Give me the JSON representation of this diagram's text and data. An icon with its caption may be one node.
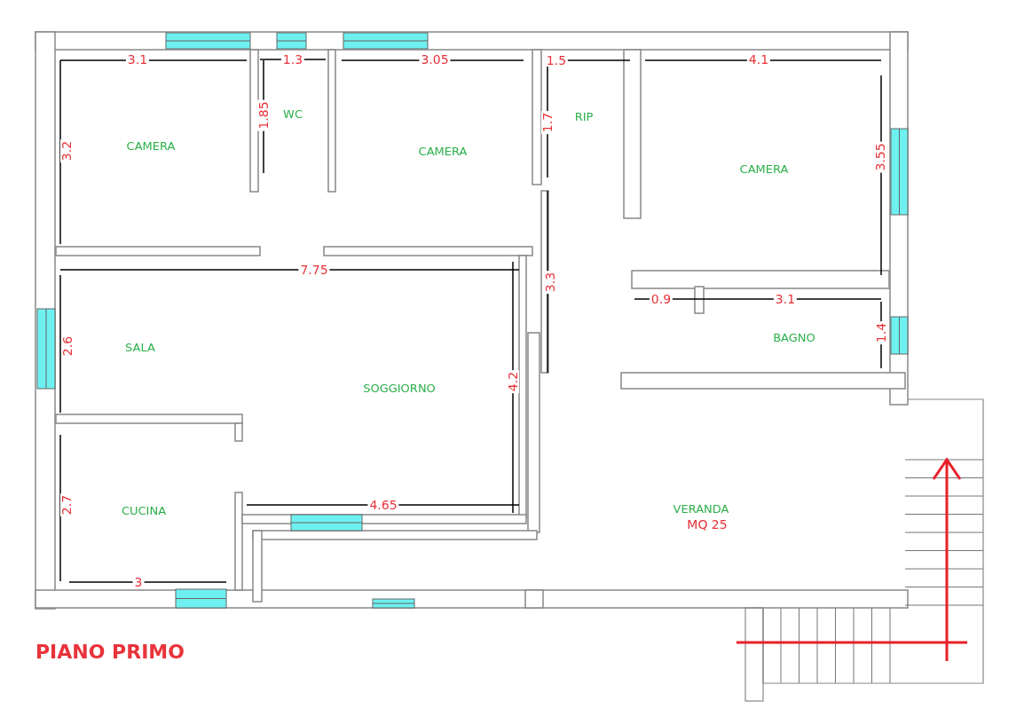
{
  "diagram": {
    "title": "PIANO PRIMO",
    "labels": [
      "3.1",
      "1.3",
      "3.05",
      "1.5",
      "4.1",
      "1.85",
      "WC",
      "1.7",
      "RIP",
      "3.2",
      "CAMERA",
      "CAMERA",
      "CAMERA",
      "3.55",
      "7.75",
      "3.3",
      "0.9",
      "3.1",
      "2.6",
      "SALA",
      "BAGNO",
      "1.4",
      "SOGGIORNO",
      "4.2",
      "4.65",
      "2.7",
      "CUCINA",
      "VERANDA",
      "MQ 25",
      "3"
    ]
  }
}
